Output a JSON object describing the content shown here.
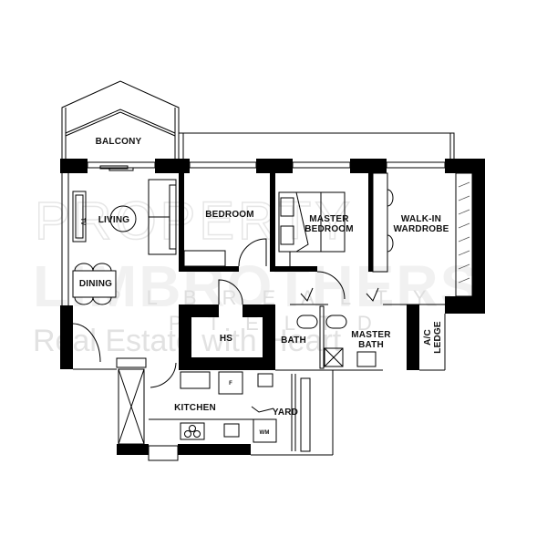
{
  "floor_plan": {
    "rooms": {
      "balcony": "BALCONY",
      "living": "LIVING",
      "dining": "DINING",
      "bedroom": "BEDROOM",
      "master_bedroom_line1": "MASTER",
      "master_bedroom_line2": "BEDROOM",
      "walk_in_line1": "WALK-IN",
      "walk_in_line2": "WARDROBE",
      "hs": "HS",
      "bath": "BATH",
      "master_bath_line1": "MASTER",
      "master_bath_line2": "BATH",
      "ac_ledge_line1": "A/C",
      "ac_ledge_line2": "LEDGE",
      "kitchen": "KITCHEN",
      "yard": "YARD"
    },
    "fixtures": {
      "tv": "TV",
      "fridge": "F",
      "washing_machine": "WM"
    },
    "watermark": {
      "line1": "PROPERTY",
      "line2": "LIMBROTHERS",
      "line3": "PLBREALTY",
      "line4": "PTELTD",
      "line5": "Real Estate with Heart"
    },
    "colors": {
      "wall": "#000000",
      "background": "#ffffff",
      "watermark": "#e6e6e6"
    }
  }
}
